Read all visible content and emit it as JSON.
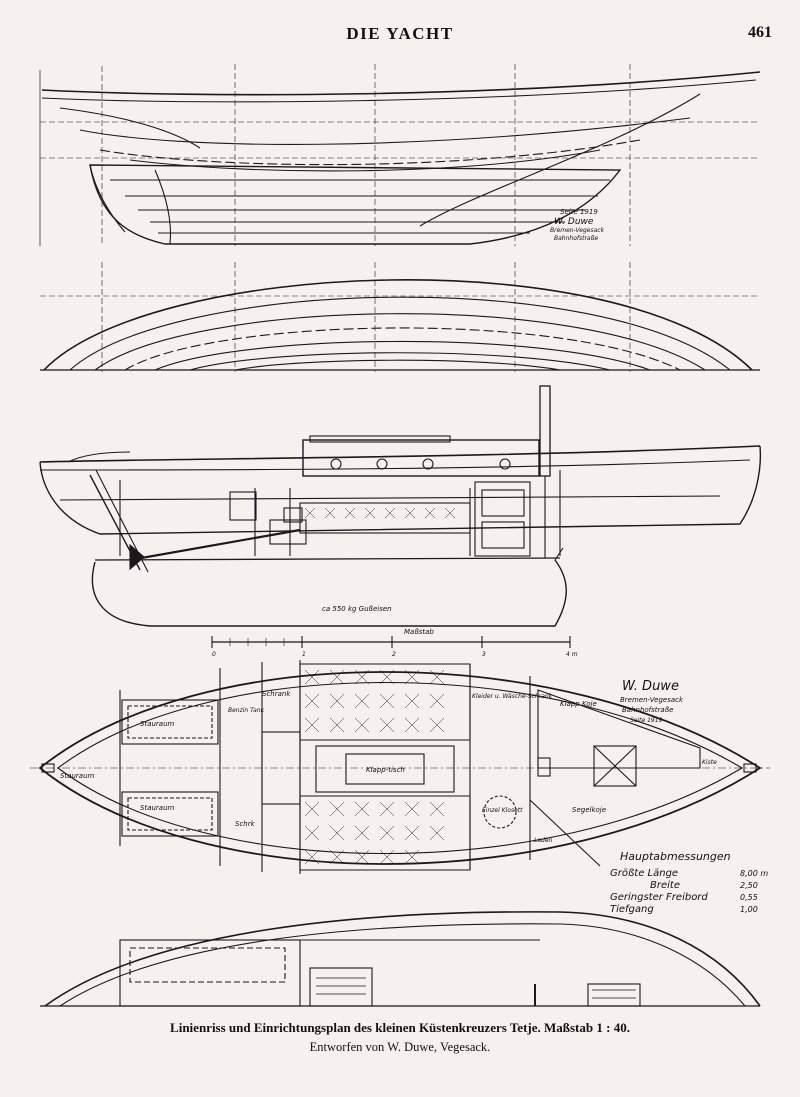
{
  "header": {
    "journal_title": "DIE YACHT",
    "page_number": "461"
  },
  "drawings": {
    "lines_signature": [
      "Seite 1919",
      "W. Duwe",
      "Bremen-Vegesack",
      "Bahnhofstraße"
    ],
    "profile_labels": {
      "keel_note": "ca 550 kg Gußeisen",
      "scale_label": "Maßstab",
      "scale_marks": [
        "0",
        "1",
        "2",
        "3",
        "4 m"
      ]
    },
    "deck_plan_labels": {
      "stauraum": "Stauraum",
      "schrank": "Schrank",
      "benzin_tank": "Benzin Tank",
      "stauraum_fwd": "Stauraum",
      "kleider_schrank": "Kleider u. Wäsche-Schrank",
      "klapp_kojen": "Klapp Koje",
      "klapp_tisch": "Klapp-tisch",
      "schrank_lower": "Schrk",
      "einzel_klosett": "Einzel Klosett",
      "segelkoje": "Segelkoje",
      "kiste": "Kiste",
      "laden": "Laden",
      "stauraum_lower": "Stauraum"
    },
    "designer_block": [
      "W. Duwe",
      "Bremen-Vegesack",
      "Bahnhofstraße",
      "Seite 1919"
    ],
    "main_dimensions": {
      "heading": "Hauptabmessungen",
      "rows": [
        {
          "label": "Größte Länge",
          "value": "8,00 m"
        },
        {
          "label": "Breite",
          "value": "2,50"
        },
        {
          "label": "Geringster Freibord",
          "value": "0,55"
        },
        {
          "label": "Tiefgang",
          "value": "1,00"
        }
      ]
    }
  },
  "caption": {
    "line1_main": "Linienriss und Einrichtungsplan des kleinen Küstenkreuzers Tetje.",
    "line1_scale": "Maßstab 1 : 40.",
    "line2": "Entworfen von W. Duwe, Vegesack."
  }
}
